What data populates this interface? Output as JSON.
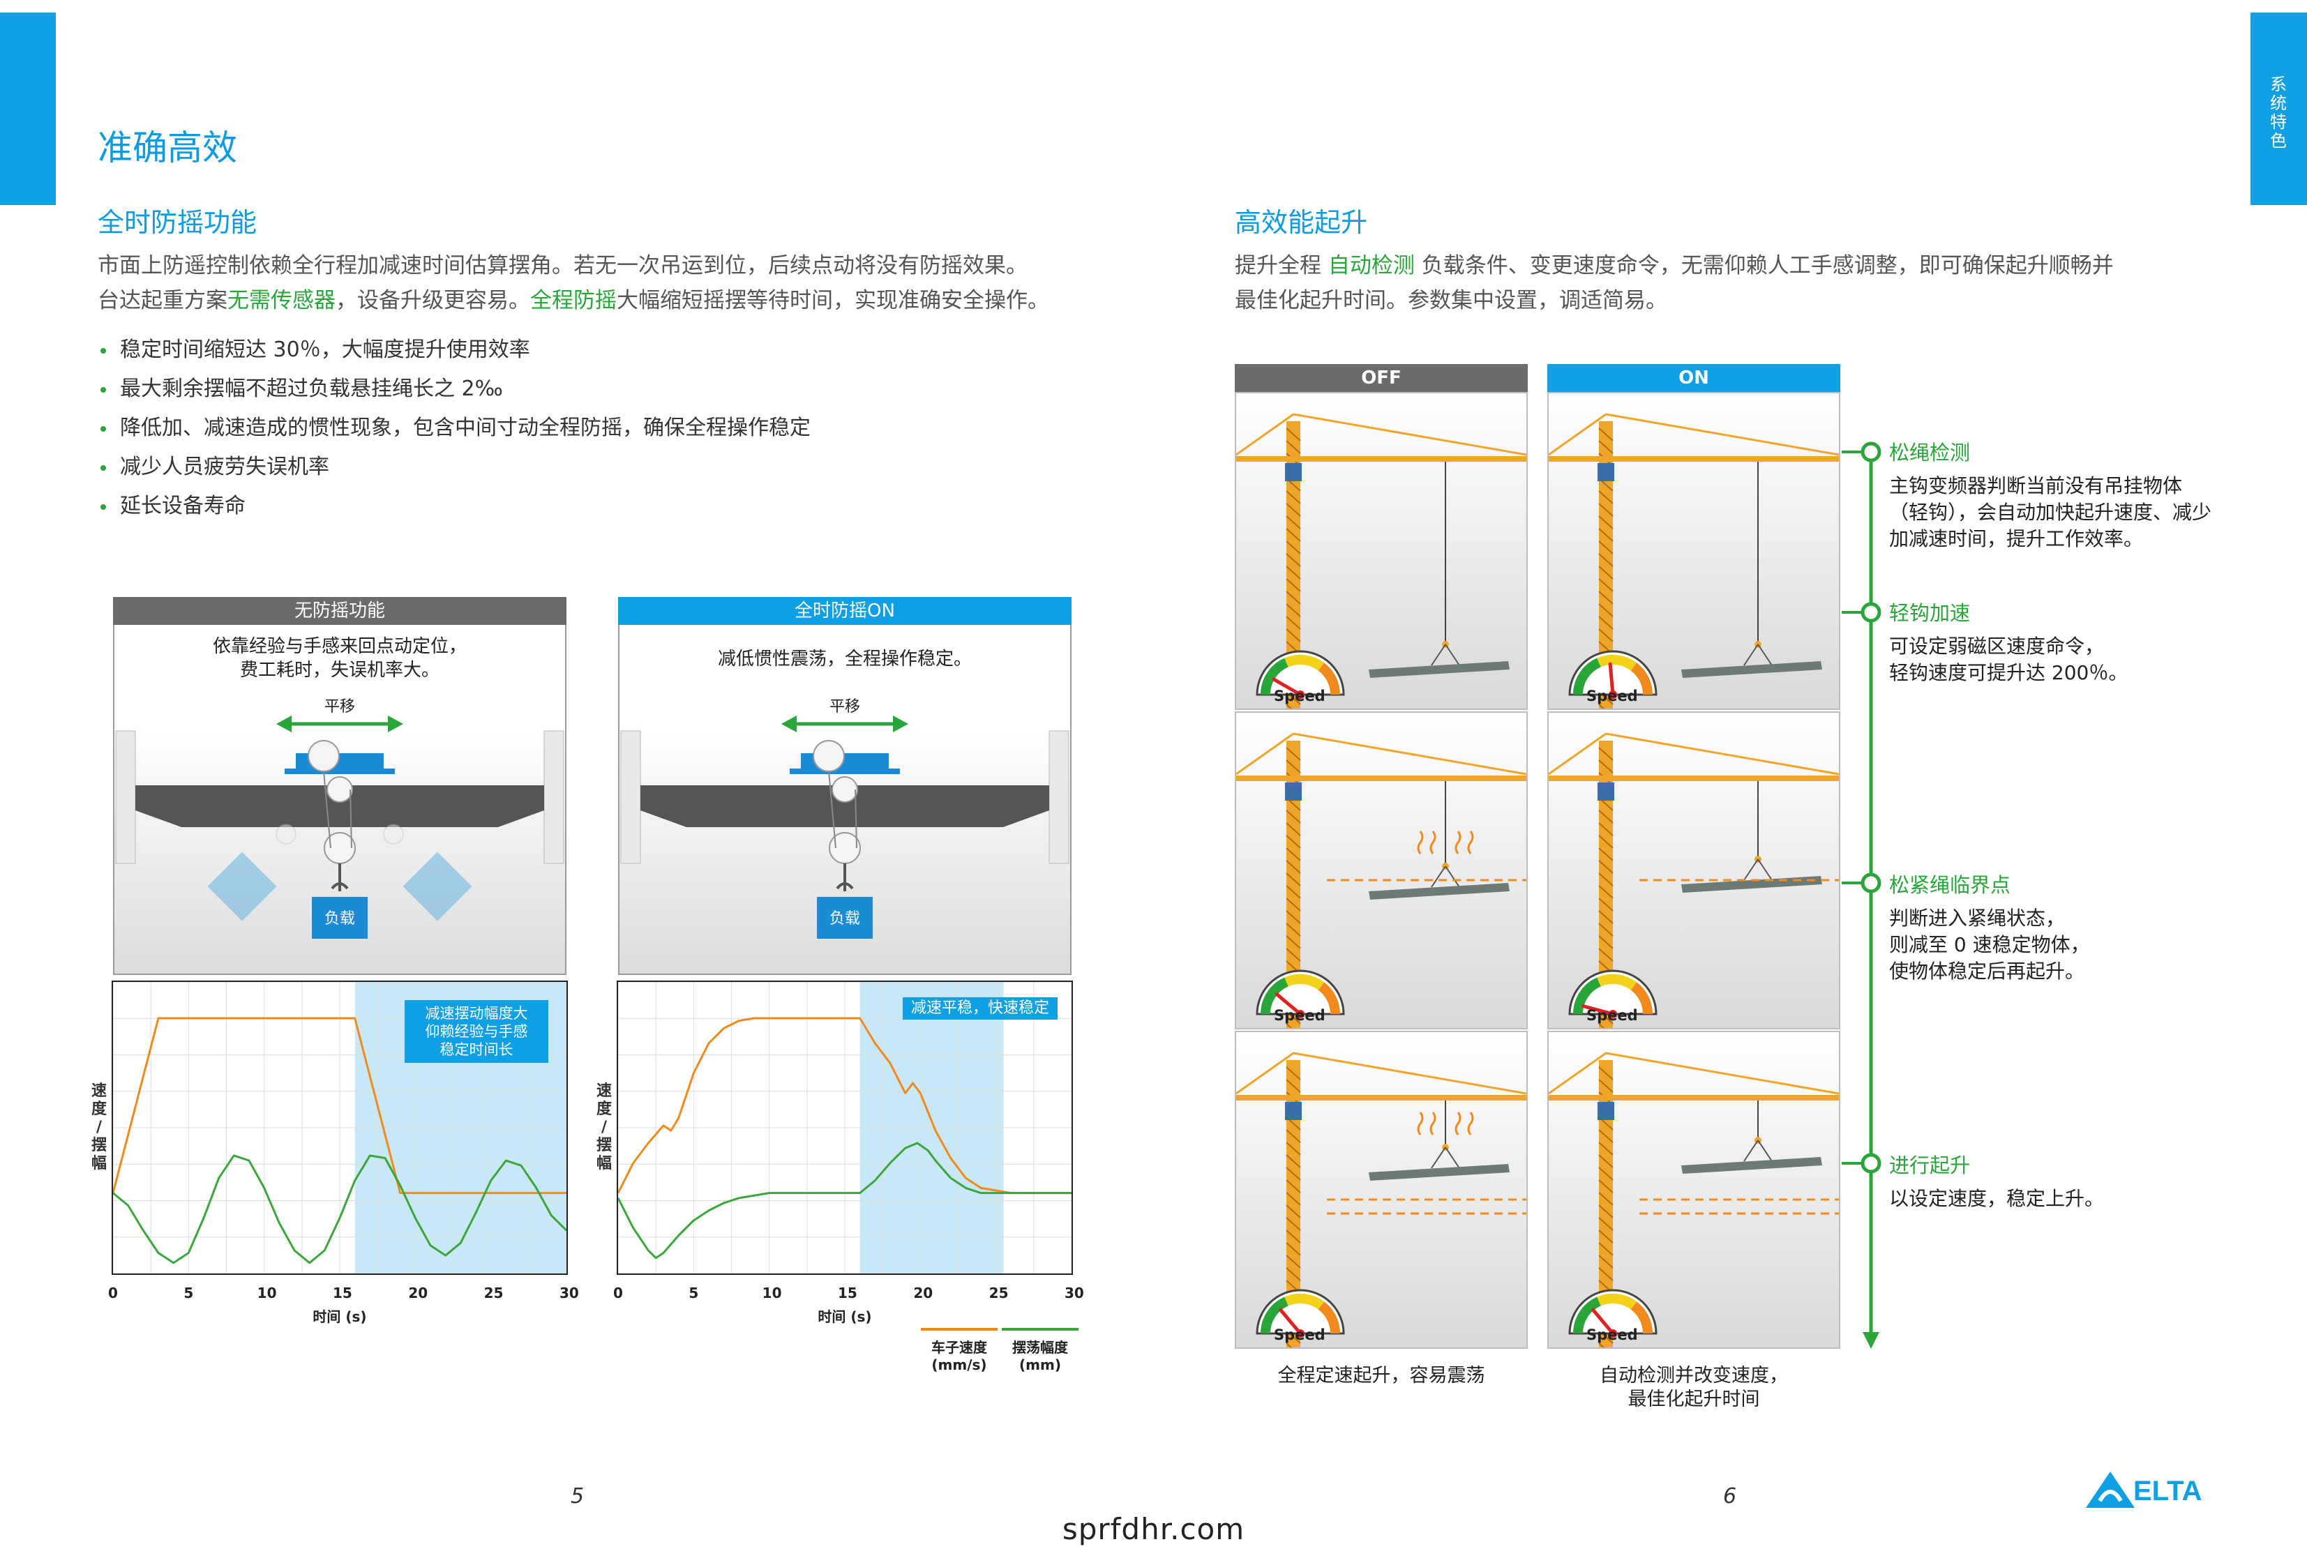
{
  "side_tab": "系统特色",
  "title": "准确高效",
  "left": {
    "heading": "全时防摇功能",
    "para1_a": "市面上防遥控制依赖全行程加减速时间估算摆角。若无一次吊运到位，后续点动将没有防摇效果。",
    "para2_a": "台达起重方案",
    "para2_hl1": "无需传感器",
    "para2_b": "，设备升级更容易。",
    "para2_hl2": "全程防摇",
    "para2_c": "大幅缩短摇摆等待时间，实现准确安全操作。",
    "bullets": [
      "稳定时间缩短达 30％，大幅度提升使用效率",
      "最大剩余摆幅不超过负载悬挂绳长之 2‰",
      "降低加、减速造成的惯性现象，包含中间寸动全程防摇，确保全程操作稳定",
      "减少人员疲劳失误机率",
      "延长设备寿命"
    ],
    "panel_off": {
      "head": "无防摇功能",
      "desc1": "依靠经验与手感来回点动定位，",
      "desc2": "费工耗时，失误机率大。",
      "move_label": "平移",
      "load_label": "负载"
    },
    "panel_on": {
      "head": "全时防摇ON",
      "desc1": "减低惯性震荡，全程操作稳定。",
      "move_label": "平移",
      "load_label": "负载"
    },
    "chart_off_note": [
      "减速摆动幅度大",
      "仰赖经验与手感",
      "稳定时间长"
    ],
    "chart_on_note": "减速平稳，快速稳定",
    "ylabel_chars": [
      "速",
      "度",
      "/",
      "摆",
      "幅"
    ],
    "xlabel": "时间 (s)",
    "legend": {
      "speed1": "车子速度",
      "speed2": "(mm/s)",
      "swing1": "摆荡幅度",
      "swing2": "(mm)"
    },
    "colors": {
      "speed": "#f08a1c",
      "swing": "#3aa63c",
      "band": "#c9e8f7"
    }
  },
  "chart_data": [
    {
      "type": "line",
      "title": "无防摇功能",
      "xlabel": "时间 (s)",
      "ylabel": "速度/摆幅",
      "xlim": [
        0,
        30
      ],
      "x_ticks": [
        0,
        5,
        10,
        15,
        20,
        25,
        30
      ],
      "grid": true,
      "shaded_range": [
        16,
        30
      ],
      "series": [
        {
          "name": "车子速度 (mm/s)",
          "x": [
            0,
            3,
            16,
            19,
            30
          ],
          "y": [
            0.3,
            1.0,
            1.0,
            0.3,
            0.3
          ]
        },
        {
          "name": "摆荡幅度 (mm)",
          "x": [
            0,
            1,
            2,
            3,
            4,
            5,
            6,
            7,
            8,
            9,
            10,
            11,
            12,
            13,
            14,
            15,
            16,
            17,
            18,
            19,
            20,
            21,
            22,
            23,
            24,
            25,
            26,
            27,
            28,
            29,
            30
          ],
          "y": [
            0.3,
            0.25,
            0.15,
            0.06,
            0.02,
            0.06,
            0.2,
            0.36,
            0.45,
            0.43,
            0.32,
            0.18,
            0.07,
            0.02,
            0.07,
            0.2,
            0.35,
            0.45,
            0.44,
            0.33,
            0.2,
            0.09,
            0.05,
            0.1,
            0.22,
            0.35,
            0.43,
            0.41,
            0.32,
            0.21,
            0.15
          ]
        }
      ]
    },
    {
      "type": "line",
      "title": "全时防摇ON",
      "xlabel": "时间 (s)",
      "ylabel": "速度/摆幅",
      "xlim": [
        0,
        30
      ],
      "x_ticks": [
        0,
        5,
        10,
        15,
        20,
        25,
        30
      ],
      "grid": true,
      "shaded_range": [
        16,
        25.5
      ],
      "series": [
        {
          "name": "车子速度 (mm/s)",
          "x": [
            0,
            1,
            2,
            3,
            3.5,
            4,
            5,
            6,
            7,
            8,
            9,
            10,
            12,
            14,
            16,
            17,
            18,
            19,
            19.5,
            20,
            21,
            22,
            23,
            24,
            25,
            26,
            28,
            30
          ],
          "y": [
            0.3,
            0.42,
            0.5,
            0.57,
            0.55,
            0.6,
            0.78,
            0.9,
            0.96,
            0.99,
            1.0,
            1.0,
            1.0,
            1.0,
            1.0,
            0.9,
            0.82,
            0.7,
            0.74,
            0.7,
            0.55,
            0.44,
            0.36,
            0.32,
            0.31,
            0.3,
            0.3,
            0.3
          ]
        },
        {
          "name": "摆荡幅度 (mm)",
          "x": [
            0,
            1,
            2,
            2.5,
            3,
            4,
            5,
            6,
            7,
            8,
            10,
            12,
            14,
            16,
            17,
            18,
            19,
            19.8,
            20.5,
            21,
            22,
            23,
            24,
            25,
            26,
            28,
            30
          ],
          "y": [
            0.28,
            0.16,
            0.07,
            0.04,
            0.06,
            0.13,
            0.19,
            0.23,
            0.26,
            0.28,
            0.3,
            0.3,
            0.3,
            0.3,
            0.35,
            0.42,
            0.48,
            0.5,
            0.47,
            0.43,
            0.36,
            0.32,
            0.3,
            0.3,
            0.3,
            0.3,
            0.3
          ]
        }
      ]
    }
  ],
  "right": {
    "heading": "高效能起升",
    "para_a": "提升全程 ",
    "para_hl": "自动检测",
    "para_b": " 负载条件、变更速度命令，无需仰赖人工手感调整，即可确保起升顺畅并",
    "para_c": "最佳化起升时间。参数集中设置，调适简易。",
    "col_off": "OFF",
    "col_on": "ON",
    "speed_label": "Speed",
    "steps": [
      {
        "title": "松绳检测",
        "lines": [
          "主钩变频器判断当前没有吊挂物体",
          "（轻钩），会自动加快起升速度、减少",
          "加减速时间，提升工作效率。"
        ]
      },
      {
        "title": "轻钩加速",
        "lines": [
          "可设定弱磁区速度命令，",
          "轻钩速度可提升达 200％。"
        ]
      },
      {
        "title": "松紧绳临界点",
        "lines": [
          "判断进入紧绳状态，",
          "则减至 0 速稳定物体，",
          "使物体稳定后再起升。"
        ]
      },
      {
        "title": "进行起升",
        "lines": [
          "以设定速度，稳定上升。"
        ]
      }
    ],
    "caption_off": "全程定速起升，容易震荡",
    "caption_on_1": "自动检测并改变速度，",
    "caption_on_2": "最佳化起升时间",
    "colors": {
      "off_head": "#6b6b6b",
      "on_head": "#0fa0e4",
      "timeline": "#2aa53a",
      "crane": "#f0a52a"
    }
  },
  "page_left": "5",
  "page_right": "6",
  "url": "sprfdhr.com",
  "logo_text": "ELTA"
}
